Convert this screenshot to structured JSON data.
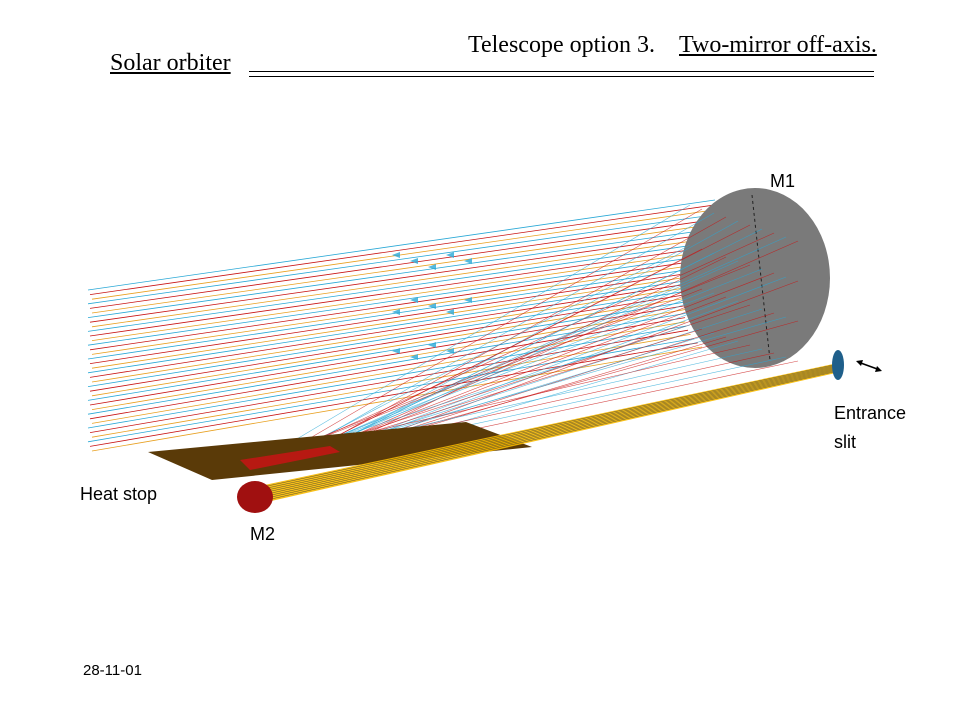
{
  "header": {
    "title_prefix": "Telescope option 3.",
    "title_main": "Two-mirror off-axis.",
    "project": "Solar orbiter"
  },
  "labels": {
    "m1": "M1",
    "m2": "M2",
    "heat_stop": "Heat stop",
    "entrance_line1": "Entrance",
    "entrance_line2": "slit"
  },
  "footer": {
    "date": "28-11-01"
  },
  "colors": {
    "ray_blue": "#29a8d6",
    "ray_red": "#c81414",
    "ray_orange": "#e8a020",
    "mirror_m1": "#7a7a7a",
    "heat_stop": "#5a3a08",
    "mirror_m2": "#a01010",
    "beam_yellow": "#f5b800",
    "slit": "#1f5f8a"
  }
}
